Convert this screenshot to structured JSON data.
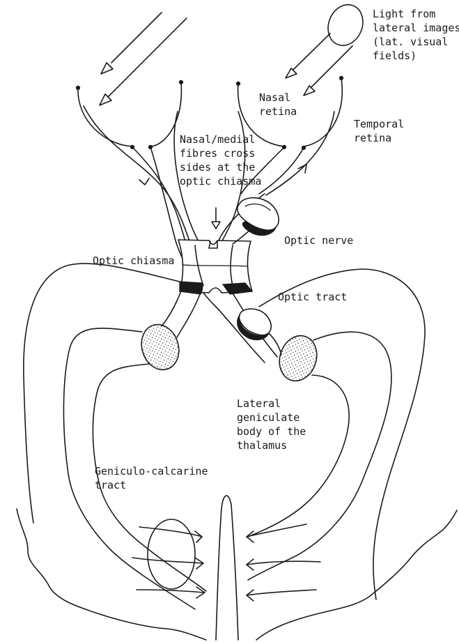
{
  "labels": {
    "light_from_lateral": "Light from\nlateral images\n(lat. visual\nfields)",
    "nasal_retina": "Nasal\nretina",
    "temporal_retina": "Temporal\nretina",
    "fibres_cross": "Nasal/medial\nfibres cross\nsides at the\noptic chiasma",
    "optic_nerve": "Optic nerve",
    "optic_chiasma": "Optic chiasma",
    "optic_tract": "Optic tract",
    "lateral_geniculate": "Lateral\ngeniculate\nbody of the\nthalamus",
    "geniculo_calcarine": "Geniculo-calcarine\ntract"
  }
}
